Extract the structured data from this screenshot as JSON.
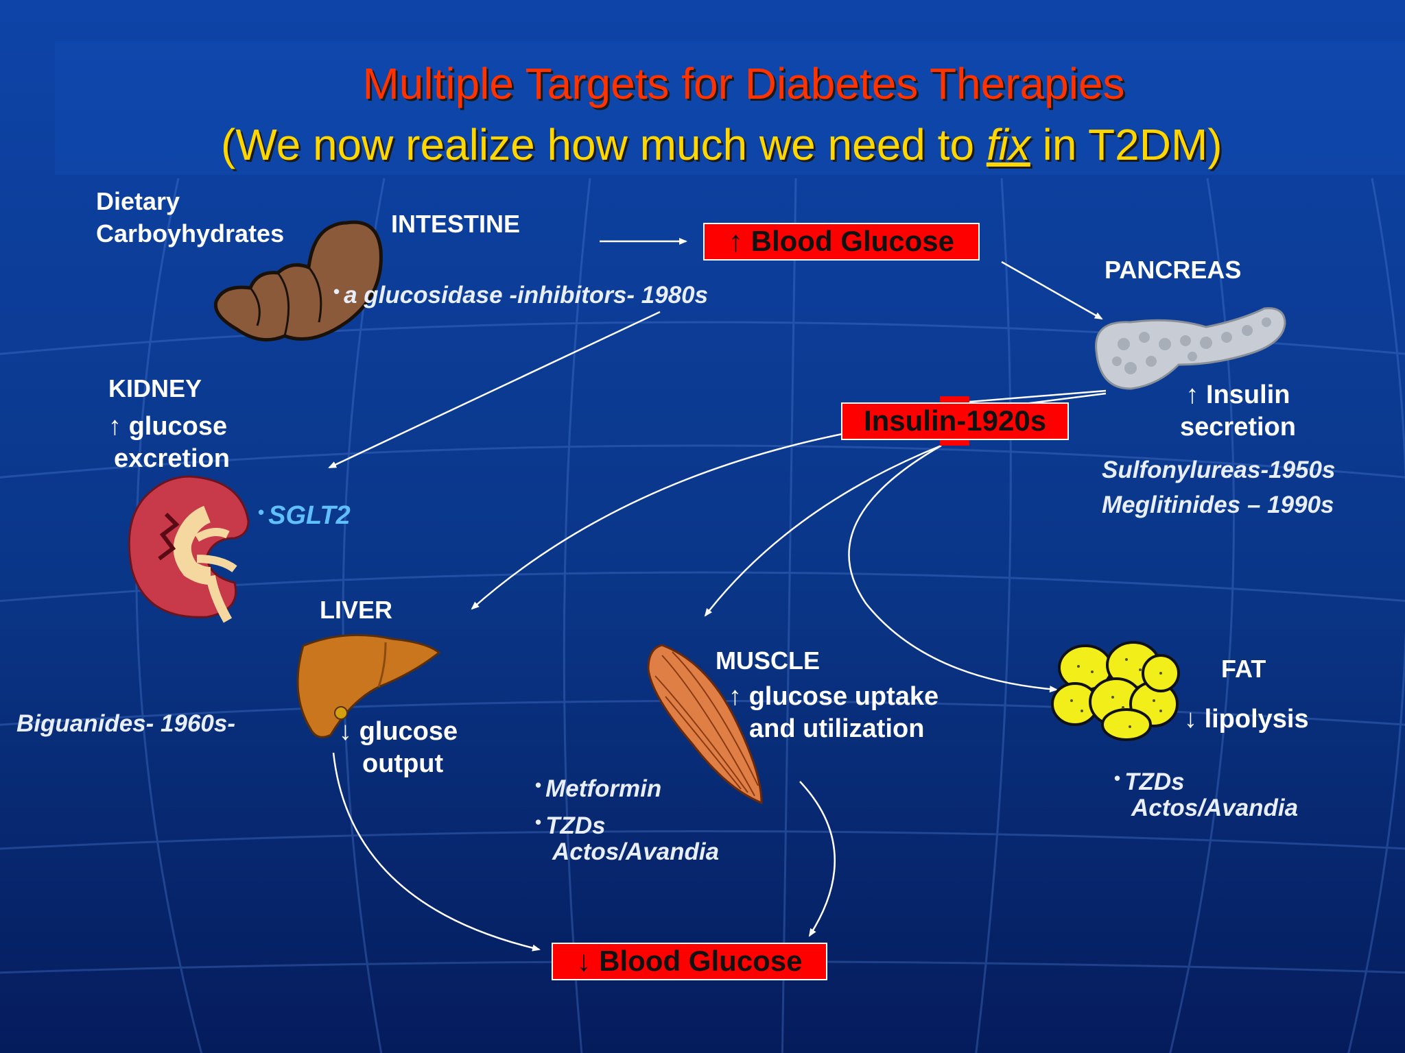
{
  "title": {
    "line1": "Multiple Targets for Diabetes Therapies",
    "line2_before": "(We now realize how much we need to ",
    "line2_emph": "fix",
    "line2_after": " in T2DM)"
  },
  "colors": {
    "background_top": "#0d3f9c",
    "background_bottom": "#061f63",
    "title_line1": "#ff3300",
    "title_line2": "#ffd700",
    "box_fill": "#ff0000",
    "sglt2": "#5fbfff"
  },
  "nodes": {
    "dietary": {
      "line1": "Dietary",
      "line2": "Carboyhydrates"
    },
    "intestine": {
      "label": "INTESTINE",
      "drug": "a glucosidase -inhibitors- 1980s"
    },
    "blood_glucose_up": {
      "arrow": "↑",
      "label": "Blood Glucose"
    },
    "pancreas": {
      "label": "PANCREAS",
      "effect_arrow": "↑",
      "effect_line1": "Insulin",
      "effect_line2": "secretion",
      "drug1": "Sulfonylureas-1950s",
      "drug2": "Meglitinides – 1990s"
    },
    "insulin": {
      "label": "Insulin-1920s"
    },
    "kidney": {
      "label": "KIDNEY",
      "effect_arrow": "↑",
      "effect_line1": "glucose",
      "effect_line2": "excretion",
      "drug": "SGLT2"
    },
    "liver": {
      "label": "LIVER",
      "effect_arrow": "↓",
      "effect_line1": "glucose",
      "effect_line2": "output",
      "drug": "Biguanides- 1960s-"
    },
    "muscle": {
      "label": "MUSCLE",
      "effect_arrow": "↑",
      "effect_line1": "glucose uptake",
      "effect_line2": "and utilization",
      "drug1": "Metformin",
      "drug2_line1": "TZDs",
      "drug2_line2": "Actos/Avandia"
    },
    "fat": {
      "label": "FAT",
      "effect_arrow": "↓",
      "effect_line1": "lipolysis",
      "drug_line1": "TZDs",
      "drug_line2": "Actos/Avandia"
    },
    "blood_glucose_down": {
      "arrow": "↓",
      "label": "Blood Glucose"
    }
  },
  "icons": {
    "intestine": "intestine-icon",
    "pancreas": "pancreas-icon",
    "kidney": "kidney-icon",
    "liver": "liver-icon",
    "muscle": "muscle-icon",
    "fat": "fat-cells-icon"
  }
}
